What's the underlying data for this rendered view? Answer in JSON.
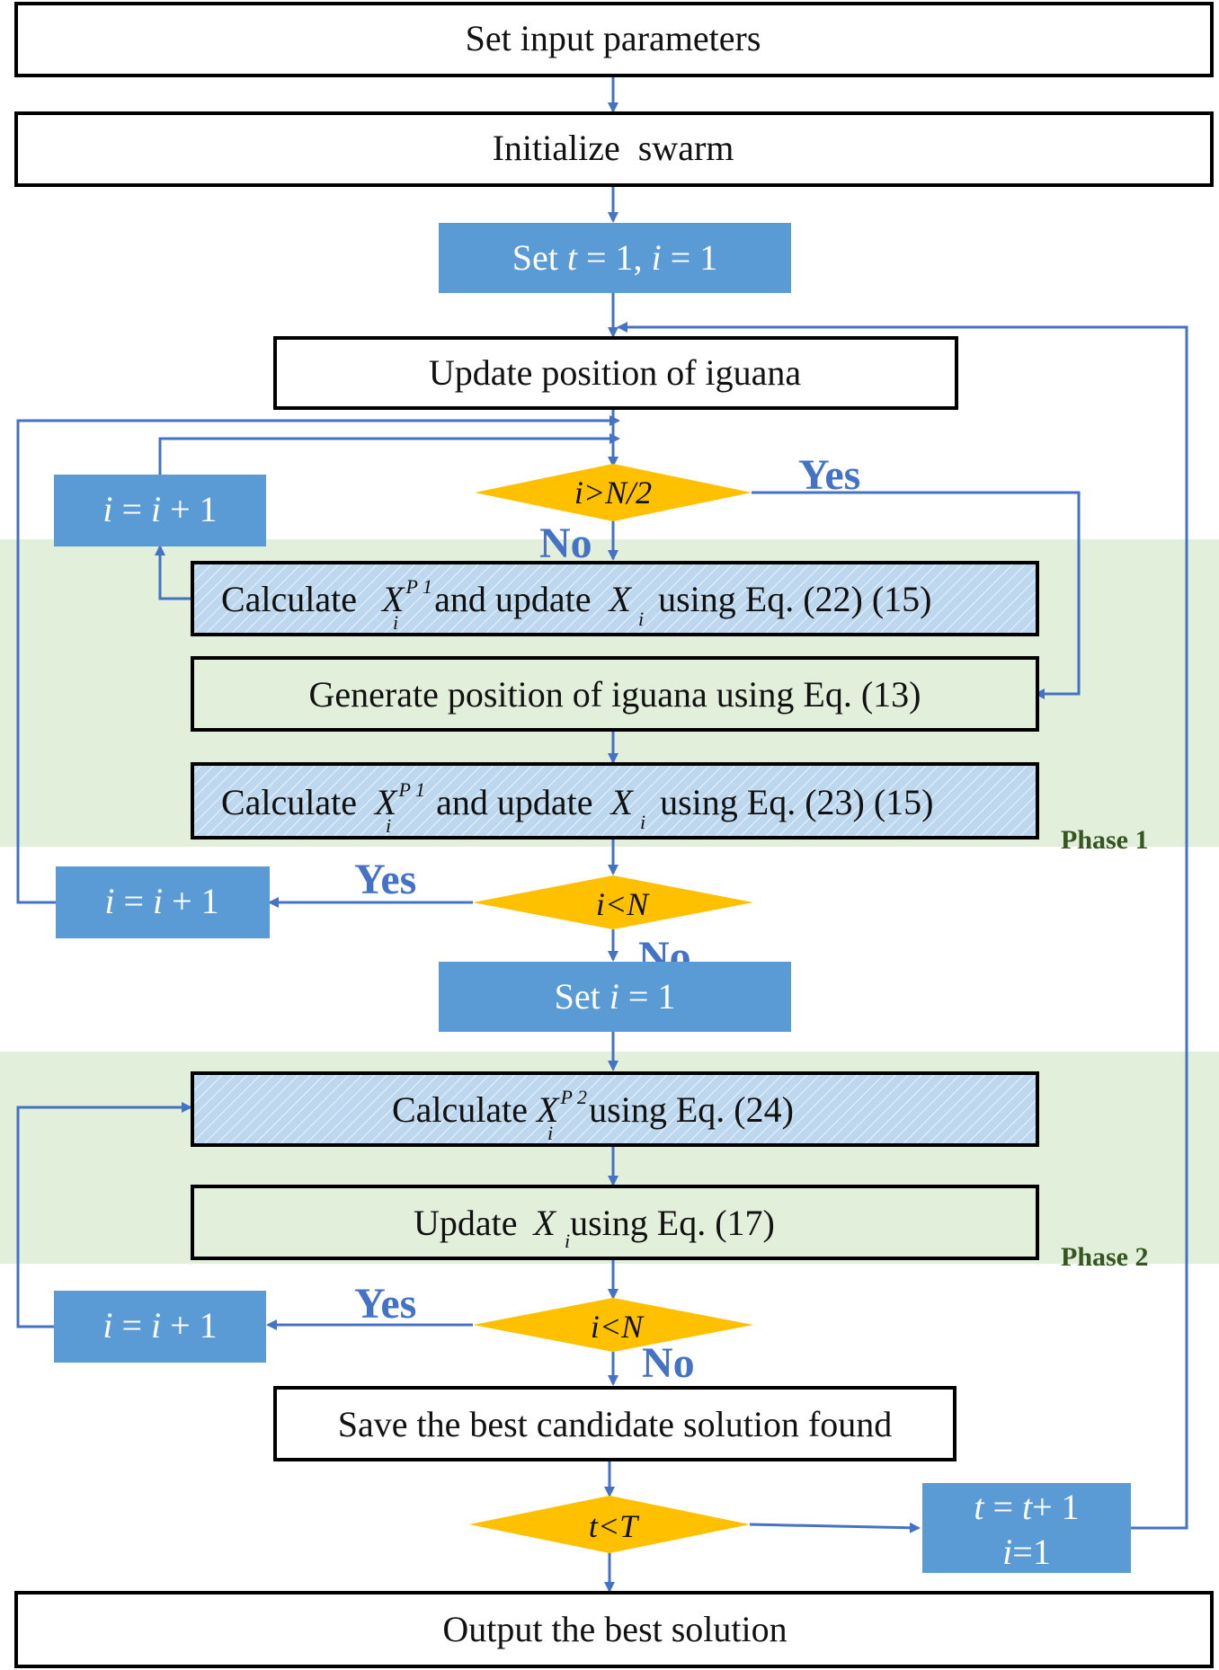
{
  "colors": {
    "arrow": "#4472c4",
    "blue_box": "#5b9bd5",
    "decision": "#ffc000",
    "phase_band": "#e2efda",
    "hatched_fill": "#bdd7ee",
    "phase_label": "#375623"
  },
  "nodes": {
    "set_input": "Set input parameters",
    "init_swarm": "Initialize  swarm",
    "set_t_i": {
      "pre": "Set ",
      "t": "t",
      "eq1": " = 1, ",
      "i": "i",
      "eq2": " = 1"
    },
    "update_pos": "Update position of iguana",
    "inc_i_1": {
      "i": "i",
      "mid": " = ",
      "i2": "i",
      "end": " + 1"
    },
    "decision_1": "i>N/2",
    "calc_p1_a": {
      "pre": "Calculate  ",
      "X": "X",
      "sup": "P 1",
      "sub": "i",
      "mid": " and update ",
      "X2": "X",
      "sub2": "i",
      "post": " using Eq. (22) (15)"
    },
    "generate_pos": "Generate position of iguana using Eq. (13)",
    "calc_p1_b": {
      "pre": "Calculate  ",
      "X": "X",
      "sup": "P 1",
      "sub": "i",
      "mid": "  and update ",
      "X2": "X",
      "sub2": "i",
      "post": " using Eq. (23) (15)"
    },
    "phase1": "Phase 1",
    "inc_i_2": {
      "i": "i",
      "mid": " = ",
      "i2": "i",
      "end": " + 1"
    },
    "decision_2": "i<N",
    "set_i": {
      "pre": "Set ",
      "i": "i",
      "post": " = 1"
    },
    "calc_p2": {
      "pre": "Calculate ",
      "X": "X",
      "sup": "P 2",
      "sub": "i",
      "post": " using Eq. (24)"
    },
    "update_xi": {
      "pre": "Update ",
      "X": "X",
      "sub": "i",
      "post": "using Eq. (17)"
    },
    "phase2": "Phase 2",
    "inc_i_3": {
      "i": "i",
      "mid": " = ",
      "i2": "i",
      "end": " + 1"
    },
    "decision_3": "i<N",
    "save_best": "Save the best candidate solution found",
    "decision_4": "t<T",
    "inc_t": {
      "t": "t",
      "mid": " = ",
      "t2": "t",
      "end": "+ 1",
      "i": "i",
      "i_end": "=1"
    },
    "output": "Output the best solution"
  },
  "labels": {
    "yes": "Yes",
    "no": "No"
  }
}
